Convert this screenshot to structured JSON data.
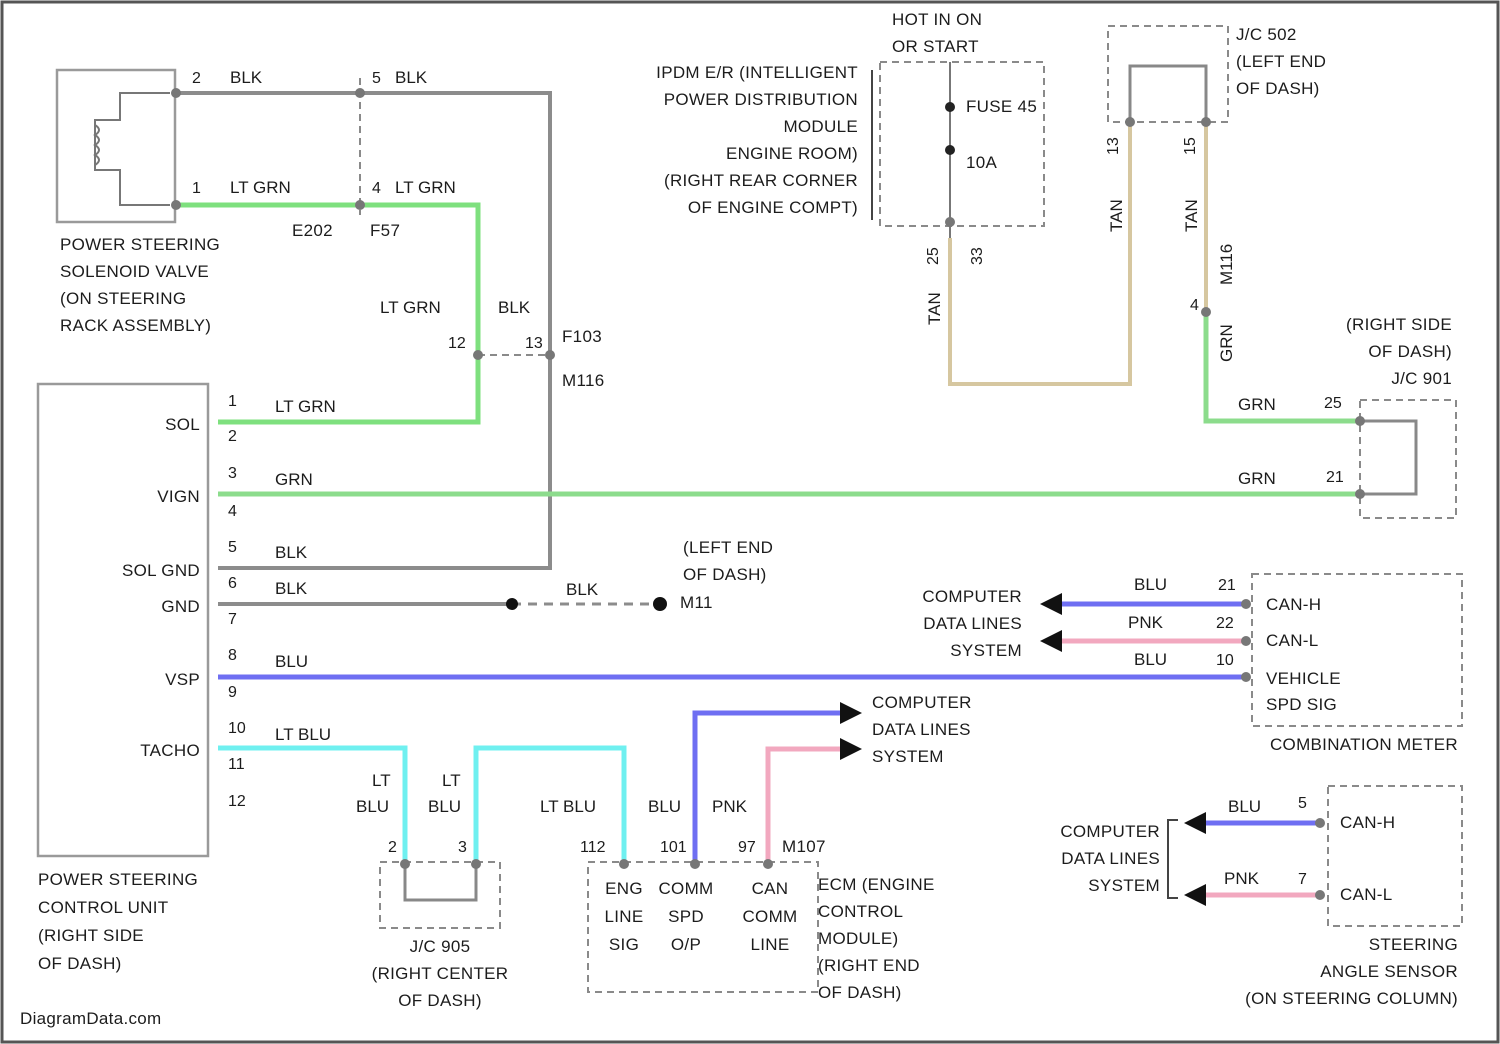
{
  "colors": {
    "blk": "#8c8c8c",
    "lt_grn": "#7ee07e",
    "grn": "#8cdc8c",
    "blu": "#6f6ff2",
    "pnk": "#f2a8bf",
    "lt_blu": "#6ff0f0",
    "tan": "#d6c7a0"
  },
  "ps_solenoid": {
    "label": [
      "POWER STEERING",
      "SOLENOID VALVE",
      "(ON STEERING",
      "RACK ASSEMBLY)"
    ]
  },
  "ps_unit": {
    "label": [
      "POWER STEERING",
      "CONTROL UNIT",
      "(RIGHT SIDE",
      "OF DASH)"
    ],
    "pins": [
      "SOL",
      "VIGN",
      "SOL GND",
      "GND",
      "VSP",
      "TACHO"
    ]
  },
  "connectors": {
    "e202": "E202",
    "f57": "F57",
    "f103": "F103",
    "m116": "M116",
    "m11": "M11",
    "m107": "M107"
  },
  "pin_numbers": {
    "ps_unit": [
      "1",
      "2",
      "3",
      "4",
      "5",
      "6",
      "7",
      "8",
      "9",
      "10",
      "11",
      "12"
    ],
    "solenoid_top": "2",
    "solenoid_bottom": "1",
    "e202_top": "5",
    "e202_bottom": "4",
    "f103_a": "12",
    "f103_b": "13",
    "ipdm_a": "25",
    "ipdm_b": "33",
    "jc502_a": "13",
    "jc502_b": "15",
    "jc901_in": "4",
    "jc901_a": "25",
    "jc901_b": "21",
    "meter_a": "21",
    "meter_b": "22",
    "meter_c": "10",
    "jc905_a": "2",
    "jc905_b": "3",
    "ecm_a": "112",
    "ecm_b": "101",
    "ecm_c": "97",
    "sas_a": "5",
    "sas_b": "7"
  },
  "wire_labels": {
    "blk": "BLK",
    "lt_grn": "LT GRN",
    "grn": "GRN",
    "blu": "BLU",
    "pnk": "PNK",
    "lt": "LT",
    "blu_short": "BLU",
    "lt_blu": "LT BLU",
    "tan": "TAN"
  },
  "hot_label": [
    "HOT IN ON",
    "OR START"
  ],
  "ipdm": {
    "label": [
      "IPDM E/R (INTELLIGENT",
      "POWER DISTRIBUTION",
      "MODULE",
      "ENGINE ROOM)",
      "(RIGHT REAR CORNER",
      "OF ENGINE COMPT)"
    ],
    "fuse": "FUSE 45",
    "amps": "10A"
  },
  "jc502": {
    "label": [
      "J/C 502",
      "(LEFT END",
      "OF DASH)"
    ]
  },
  "jc901": {
    "label": [
      "(RIGHT SIDE",
      "OF DASH)",
      "J/C 901"
    ]
  },
  "ground_label": [
    "(LEFT END",
    "OF DASH)"
  ],
  "cdl_label": [
    "COMPUTER",
    "DATA LINES",
    "SYSTEM"
  ],
  "meter": {
    "pins": [
      "CAN-H",
      "CAN-L",
      "VEHICLE",
      "SPD SIG"
    ],
    "label": "COMBINATION METER"
  },
  "jc905": {
    "label": [
      "J/C 905",
      "(RIGHT CENTER",
      "OF DASH)"
    ]
  },
  "ecm": {
    "cells": [
      [
        "ENG",
        "LINE",
        "SIG"
      ],
      [
        "COMM",
        "SPD",
        "O/P"
      ],
      [
        "CAN",
        "COMM",
        "LINE"
      ]
    ],
    "label": [
      "ECM (ENGINE",
      "CONTROL",
      "MODULE)",
      "(RIGHT END",
      "OF DASH)"
    ]
  },
  "sas": {
    "pins": [
      "CAN-H",
      "CAN-L"
    ],
    "label": [
      "STEERING",
      "ANGLE SENSOR",
      "(ON STEERING COLUMN)"
    ]
  },
  "watermark": "DiagramData.com"
}
